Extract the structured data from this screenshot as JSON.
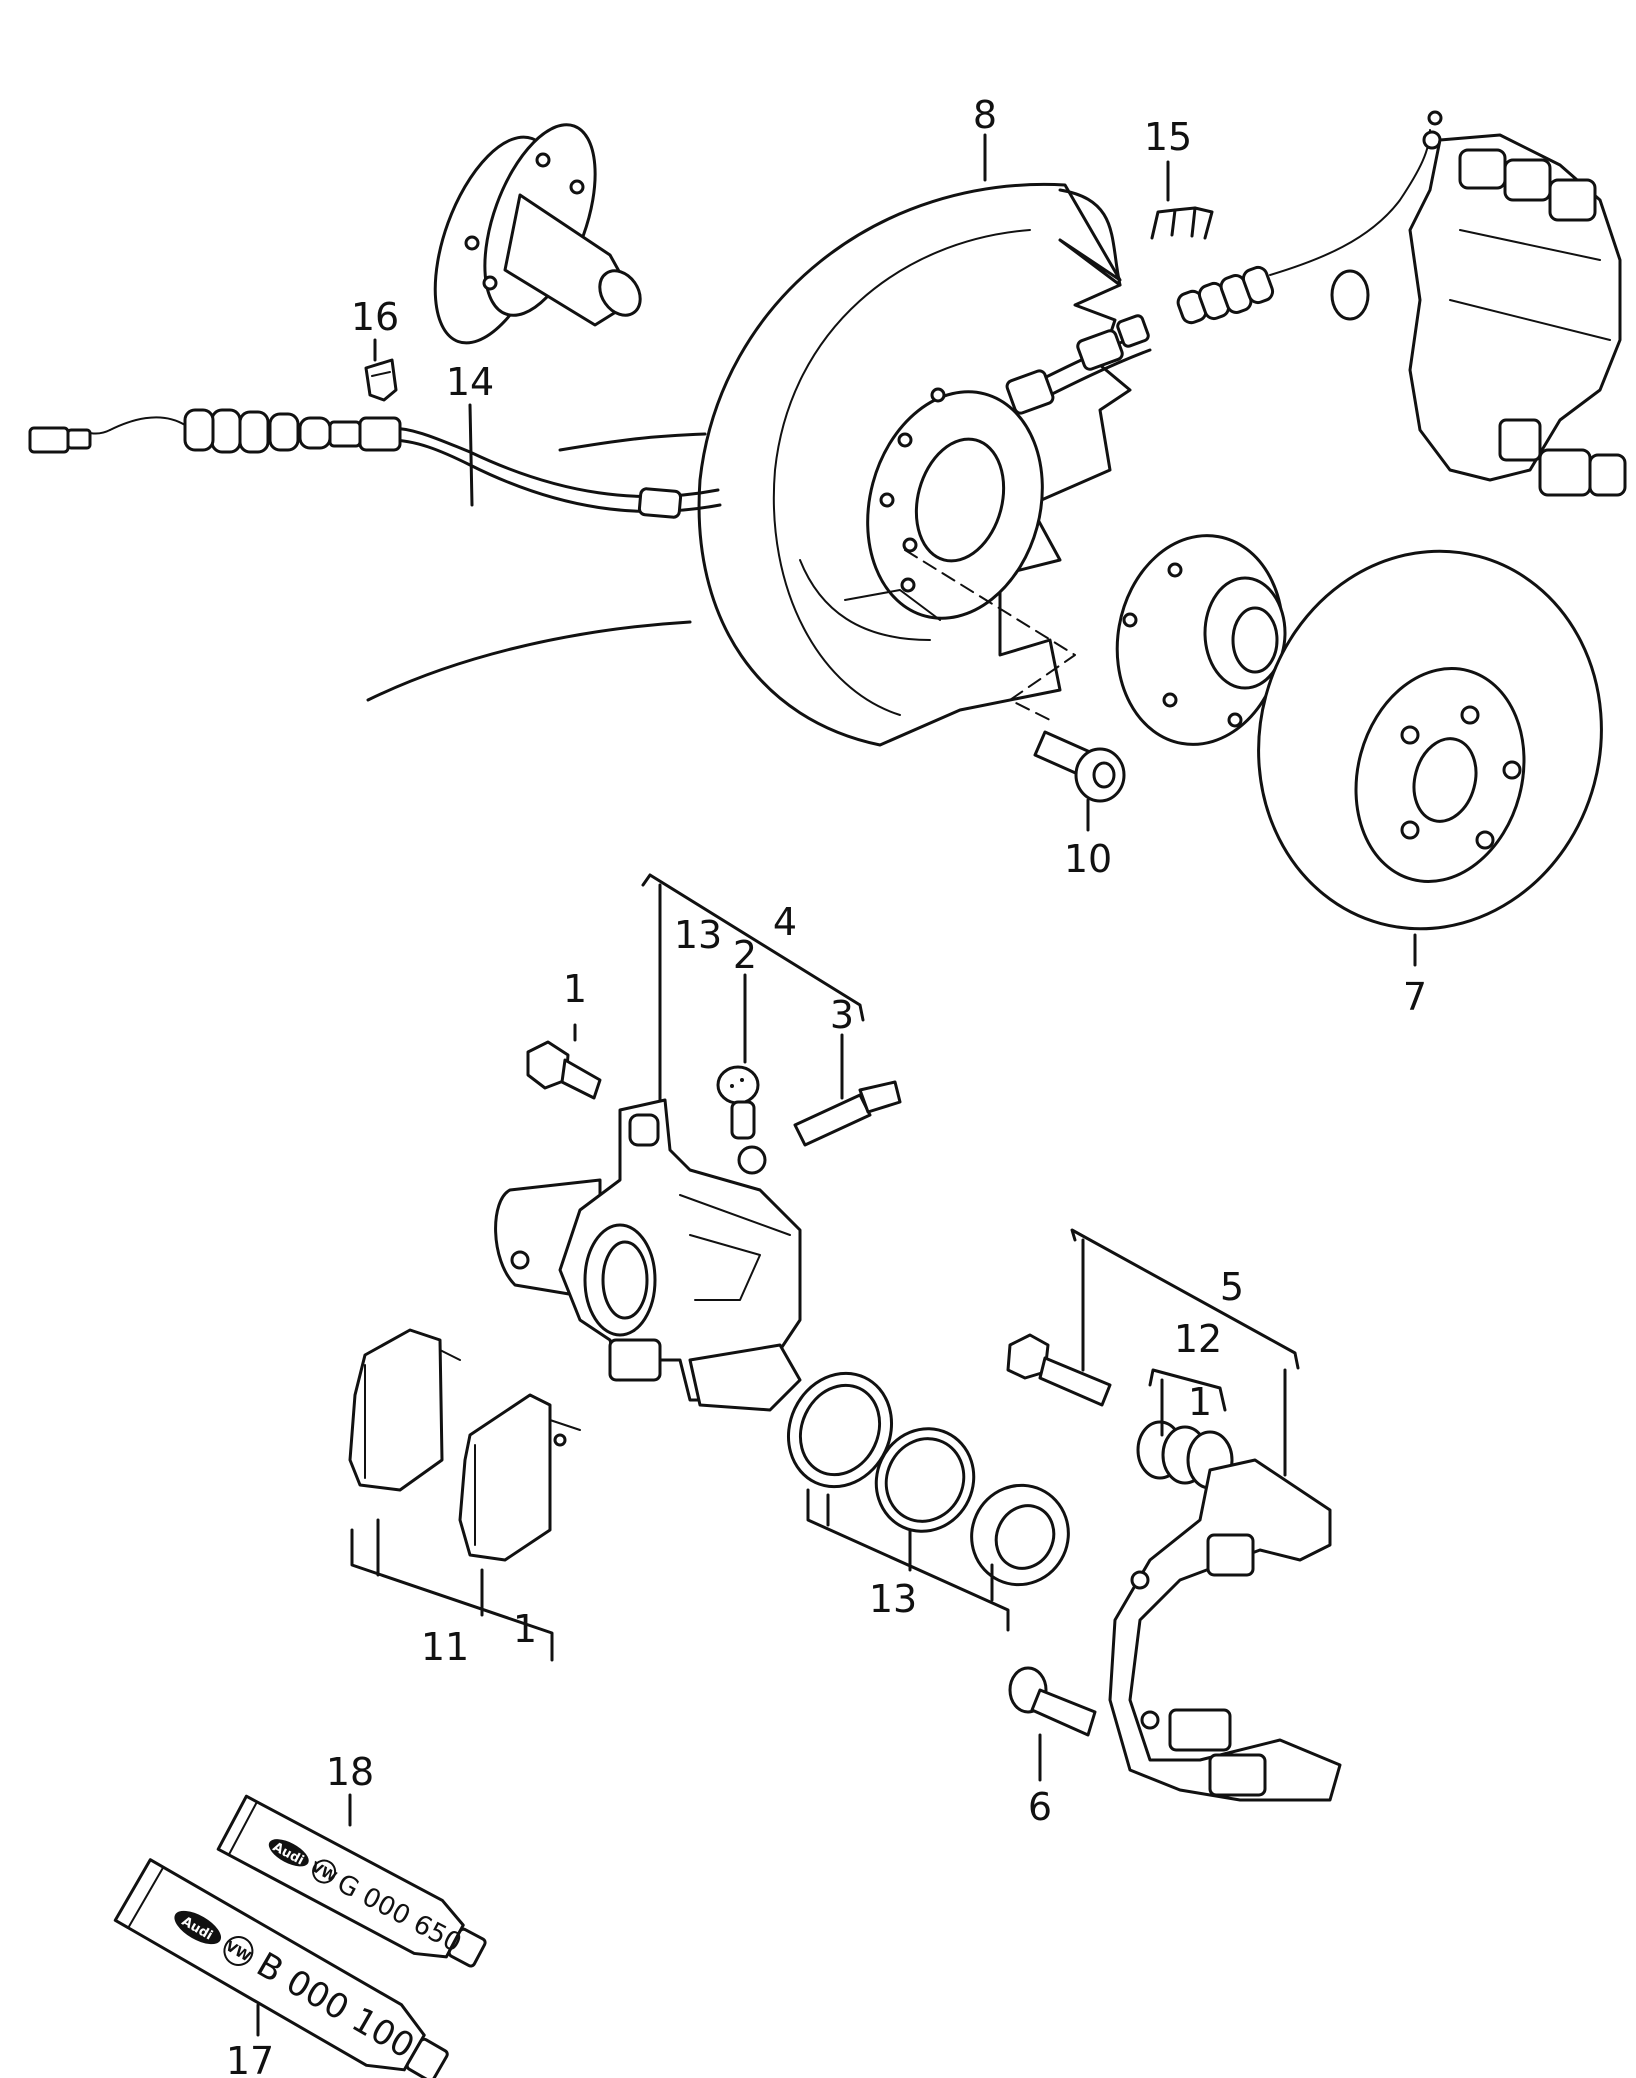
{
  "diagram": {
    "callouts": {
      "c1a": "1",
      "c1b": "1",
      "c1c": "1",
      "c2": "2",
      "c3": "3",
      "c4": "4",
      "c5": "5",
      "c6": "6",
      "c7": "7",
      "c8": "8",
      "c10": "10",
      "c11": "11",
      "c12": "12",
      "c13a": "13",
      "c13b": "13",
      "c14": "14",
      "c15": "15",
      "c16": "16",
      "c17": "17",
      "c18": "18"
    },
    "tubes": {
      "t18": {
        "brand": "Audi",
        "code": "G 000 650"
      },
      "t17": {
        "brand": "Audi",
        "code": "B 000 100"
      }
    }
  }
}
